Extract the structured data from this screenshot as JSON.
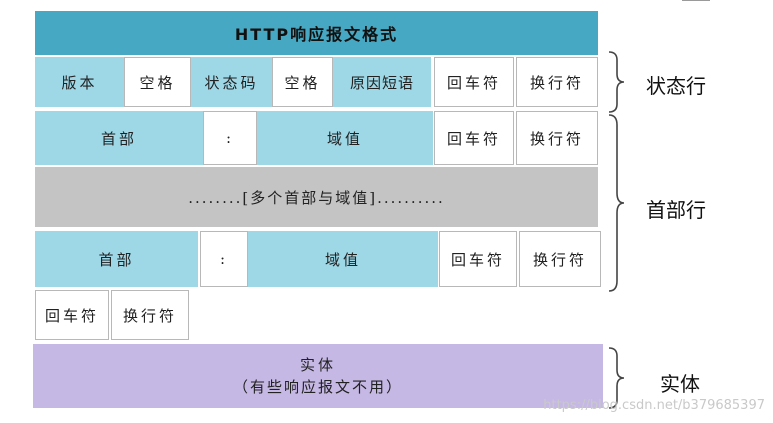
{
  "header": {
    "title": "HTTP响应报文格式"
  },
  "status_line": {
    "label": "状态行",
    "cells": [
      "版本",
      "空格",
      "状态码",
      "空格",
      "原因短语",
      "回车符",
      "换行符"
    ]
  },
  "header_row_1": {
    "name": "首部",
    "colon": ":",
    "value": "域值",
    "cr": "回车符",
    "lf": "换行符"
  },
  "multi": {
    "text": "........[多个首部与域值].........."
  },
  "header_row_2": {
    "name": "首部",
    "colon": ":",
    "value": "域值",
    "cr": "回车符",
    "lf": "换行符"
  },
  "header_label": "首部行",
  "blank_line": {
    "cr": "回车符",
    "lf": "换行符"
  },
  "body": {
    "title": "实体",
    "note": "（有些响应报文不用）",
    "label": "实体"
  },
  "watermark": "https://blog.csdn.net/b379685397"
}
